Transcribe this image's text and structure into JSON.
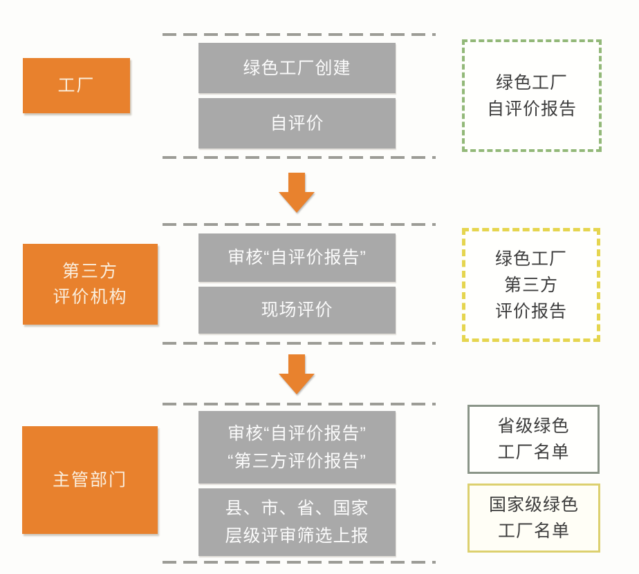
{
  "diagram_type": "flowchart",
  "palette": {
    "bg": "#fdfdfb",
    "orange": "#e8812d",
    "orangeText": "#faeedd",
    "grayBox": "#a9a9a9",
    "grayText": "#fbfbfb",
    "dashLine": "#9c9c96",
    "greenDash": "#92b878",
    "yellowDash": "#e5d54f",
    "greenSolid": "#8a9588",
    "yellowSolid": "#dcd06f",
    "darkText": "#3c3c3c"
  },
  "rows": [
    {
      "actor": {
        "lines": [
          "工厂"
        ]
      },
      "steps": [
        {
          "lines": [
            "绿色工厂创建"
          ]
        },
        {
          "lines": [
            "自评价"
          ]
        }
      ],
      "outputs": [
        {
          "style": "green-dashed",
          "lines": [
            "绿色工厂",
            "自评价报告"
          ]
        }
      ]
    },
    {
      "actor": {
        "lines": [
          "第三方",
          "评价机构"
        ]
      },
      "steps": [
        {
          "lines": [
            "审核“自评价报告”"
          ]
        },
        {
          "lines": [
            "现场评价"
          ]
        }
      ],
      "outputs": [
        {
          "style": "yellow-dashed",
          "lines": [
            "绿色工厂",
            "第三方",
            "评价报告"
          ]
        }
      ]
    },
    {
      "actor": {
        "lines": [
          "主管部门"
        ]
      },
      "steps": [
        {
          "lines": [
            "审核“自评价报告”",
            "“第三方评价报告”"
          ]
        },
        {
          "lines": [
            "县、市、省、国家",
            "层级评审筛选上报"
          ]
        }
      ],
      "outputs": [
        {
          "style": "green-solid",
          "lines": [
            "省级绿色",
            "工厂名单"
          ]
        },
        {
          "style": "yellow-solid",
          "lines": [
            "国家级绿色",
            "工厂名单"
          ]
        }
      ]
    }
  ]
}
